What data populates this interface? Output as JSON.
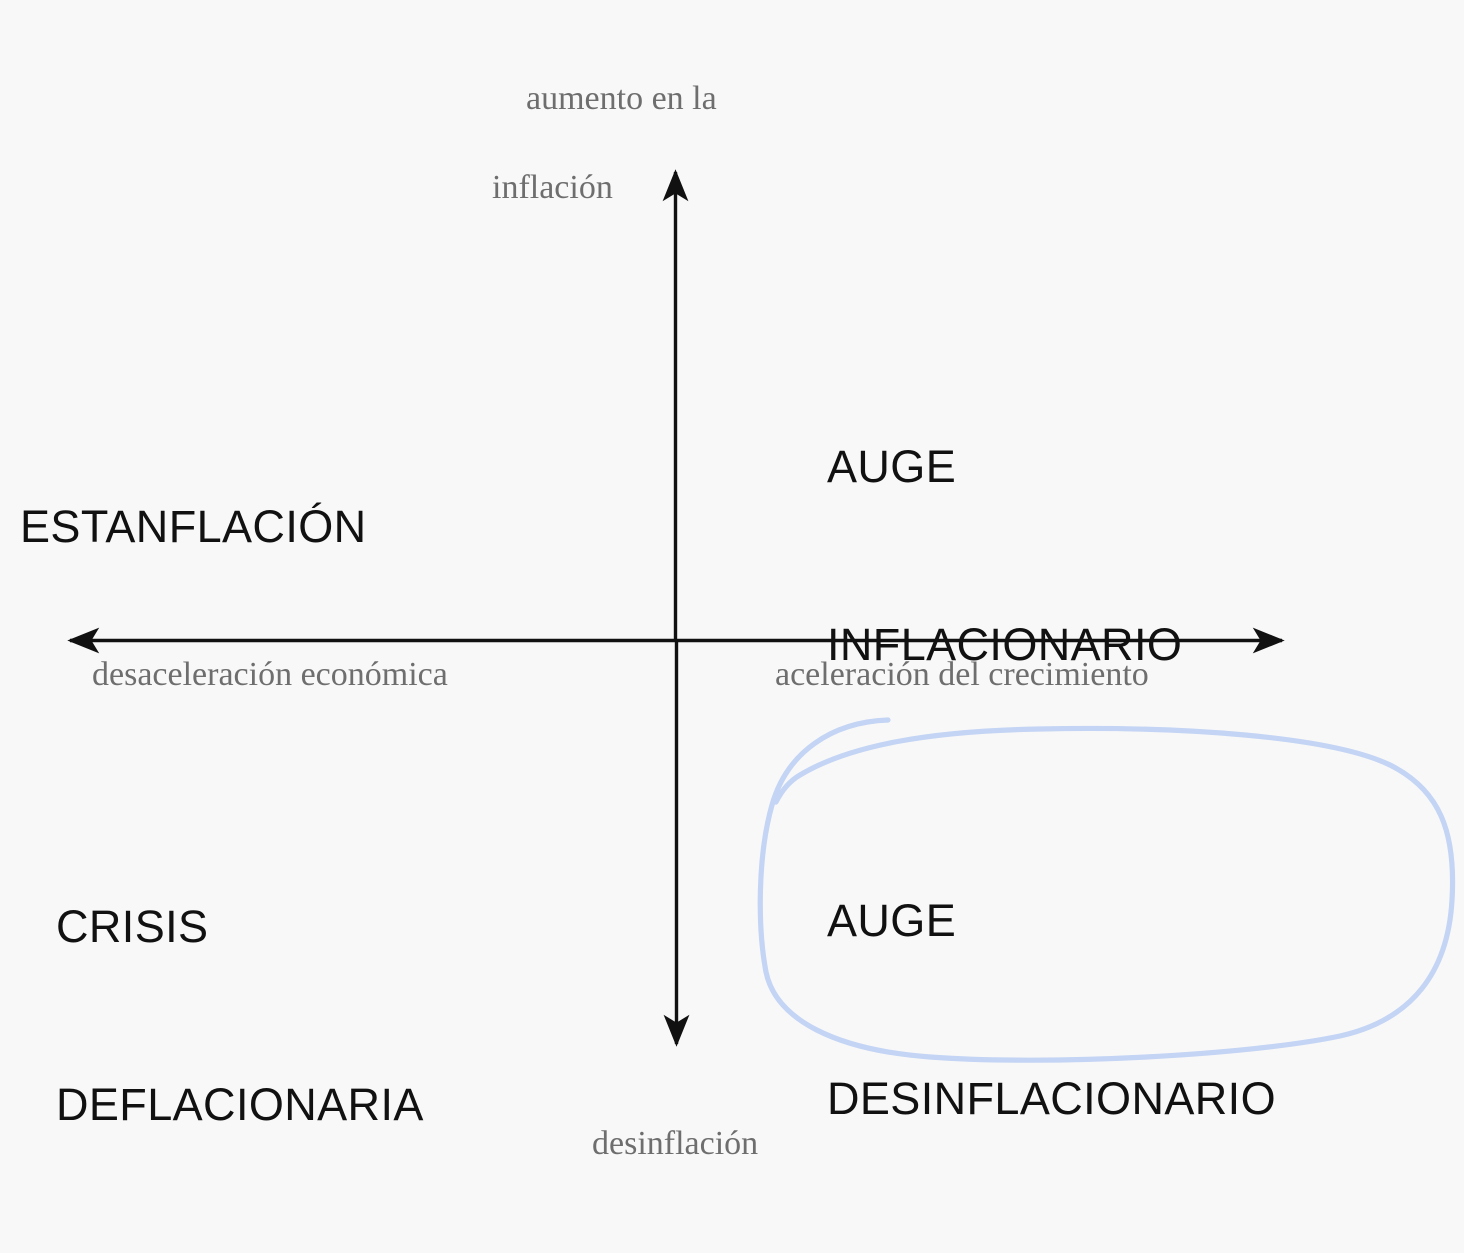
{
  "diagram": {
    "title": "Matriz de cuadrantes macroeconomicos",
    "background_color": "#f8f8f8",
    "axis_color": "#111111",
    "axis_label_color": "#6e6e6e",
    "quadrant_text_color": "#111111",
    "annotation_color": "#c3d4f4"
  },
  "axes": {
    "vertical": {
      "top_label_line1": "aumento en la",
      "top_label_line2": "inflación",
      "bottom_label": "desinflación"
    },
    "horizontal": {
      "left_label": "desaceleración económica",
      "right_label": "aceleración del crecimiento"
    }
  },
  "quadrants": [
    {
      "id": "stagflation",
      "position": "top-left",
      "line1": "ESTANFLACIÓN",
      "line2": ""
    },
    {
      "id": "inflationary-boom",
      "position": "top-right",
      "line1": "AUGE",
      "line2": "INFLACIONARIO"
    },
    {
      "id": "deflationary-crisis",
      "position": "bottom-left",
      "line1": "CRISIS",
      "line2": "DEFLACIONARIA"
    },
    {
      "id": "disinflationary-boom",
      "position": "bottom-right",
      "line1": "AUGE",
      "line2": "DESINFLACIONARIO",
      "highlighted": true
    }
  ],
  "annotation": {
    "type": "hand-drawn-circle",
    "target": "AUGE DESINFLACIONARIO",
    "color": "#c3d4f4"
  }
}
